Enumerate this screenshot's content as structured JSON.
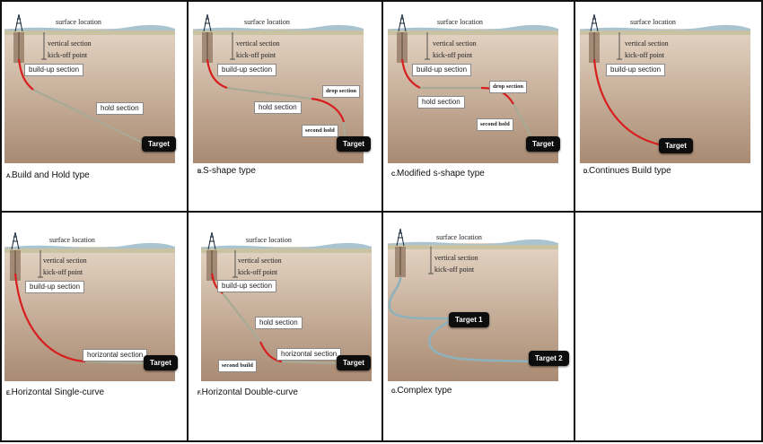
{
  "panels": [
    {
      "caption_letter": "A.",
      "caption_text": "Build and Hold type",
      "labels": {
        "surface": "surface location",
        "vertical": "vertical section",
        "kickoff": "kick-off point"
      },
      "boxes": [
        {
          "text": "build-up section"
        },
        {
          "text": "hold section"
        }
      ],
      "targets": [
        {
          "text": "Target"
        }
      ]
    },
    {
      "caption_letter": "B.",
      "caption_text": "S-shape type",
      "labels": {
        "surface": "surface location",
        "vertical": "vertical section",
        "kickoff": "kick-off point"
      },
      "boxes": [
        {
          "text": "build-up section"
        },
        {
          "text": "drop section"
        },
        {
          "text": "hold section"
        },
        {
          "text": "second hold"
        }
      ],
      "targets": [
        {
          "text": "Target"
        }
      ]
    },
    {
      "caption_letter": "C.",
      "caption_text": "Modified s-shape type",
      "labels": {
        "surface": "surface location",
        "vertical": "vertical section",
        "kickoff": "kick-off point"
      },
      "boxes": [
        {
          "text": "build-up section"
        },
        {
          "text": "drop section"
        },
        {
          "text": "hold section"
        },
        {
          "text": "second hold"
        }
      ],
      "targets": [
        {
          "text": "Target"
        }
      ]
    },
    {
      "caption_letter": "D.",
      "caption_text": "Continues Build type",
      "labels": {
        "surface": "surface location",
        "vertical": "vertical section",
        "kickoff": "kick-off point"
      },
      "boxes": [
        {
          "text": "build-up section"
        }
      ],
      "targets": [
        {
          "text": "Target"
        }
      ]
    },
    {
      "caption_letter": "E.",
      "caption_text": "Horizontal Single-curve",
      "labels": {
        "surface": "surface location",
        "vertical": "vertical section",
        "kickoff": "kick-off point"
      },
      "boxes": [
        {
          "text": "build-up section"
        },
        {
          "text": "horizontal section"
        }
      ],
      "targets": [
        {
          "text": "Target"
        }
      ]
    },
    {
      "caption_letter": "F.",
      "caption_text": "Horizontal Double-curve",
      "labels": {
        "surface": "surface location",
        "vertical": "vertical section",
        "kickoff": "kick-off point"
      },
      "boxes": [
        {
          "text": "build-up section"
        },
        {
          "text": "hold section"
        },
        {
          "text": "horizontal section"
        },
        {
          "text": "second build"
        }
      ],
      "targets": [
        {
          "text": "Target"
        }
      ]
    },
    {
      "caption_letter": "G.",
      "caption_text": "Complex type",
      "labels": {
        "surface": "surface location",
        "vertical": "vertical section",
        "kickoff": "kick-off point"
      },
      "boxes": [],
      "targets": [
        {
          "text": "Target 1"
        },
        {
          "text": "Target 2"
        }
      ]
    }
  ],
  "colors": {
    "ground_top": "#e4d4c3",
    "ground_bottom": "#a98a72",
    "soil_strip": "#c9c3a4",
    "sky_strip": "#a9c3cf",
    "build_curve": "#d81f1f",
    "hold_line": "#a7aa95",
    "complex_line": "#8fb1bb",
    "target_bg": "#0d0d0d"
  }
}
